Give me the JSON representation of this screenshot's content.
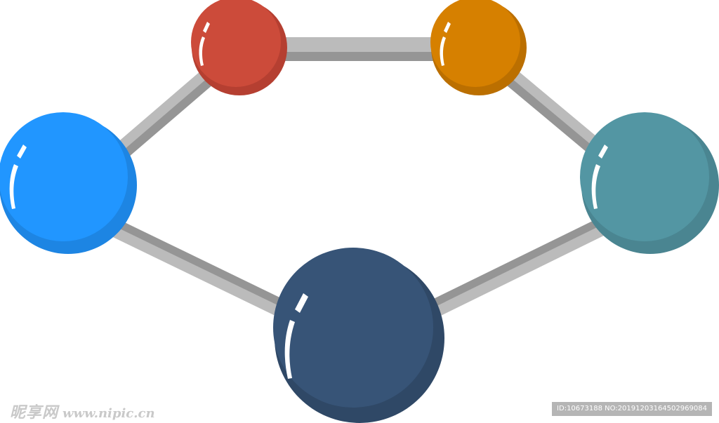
{
  "nodes": [
    {
      "name": "red",
      "color": "#cc4b3a",
      "shade": "#b53f31"
    },
    {
      "name": "orange",
      "color": "#d68000",
      "shade": "#bb6f00"
    },
    {
      "name": "teal",
      "color": "#5396a3",
      "shade": "#4a8591"
    },
    {
      "name": "navy",
      "color": "#375477",
      "shade": "#2f4866"
    },
    {
      "name": "blue",
      "color": "#2196ff",
      "shade": "#1d85e3"
    }
  ],
  "bond_colors": {
    "light": "#bbbbbb",
    "dark": "#959595"
  },
  "watermark": {
    "brand": "昵享网",
    "url": "www.nipic.cn",
    "id_text": "ID:10673188 NO:20191203164502969084"
  }
}
